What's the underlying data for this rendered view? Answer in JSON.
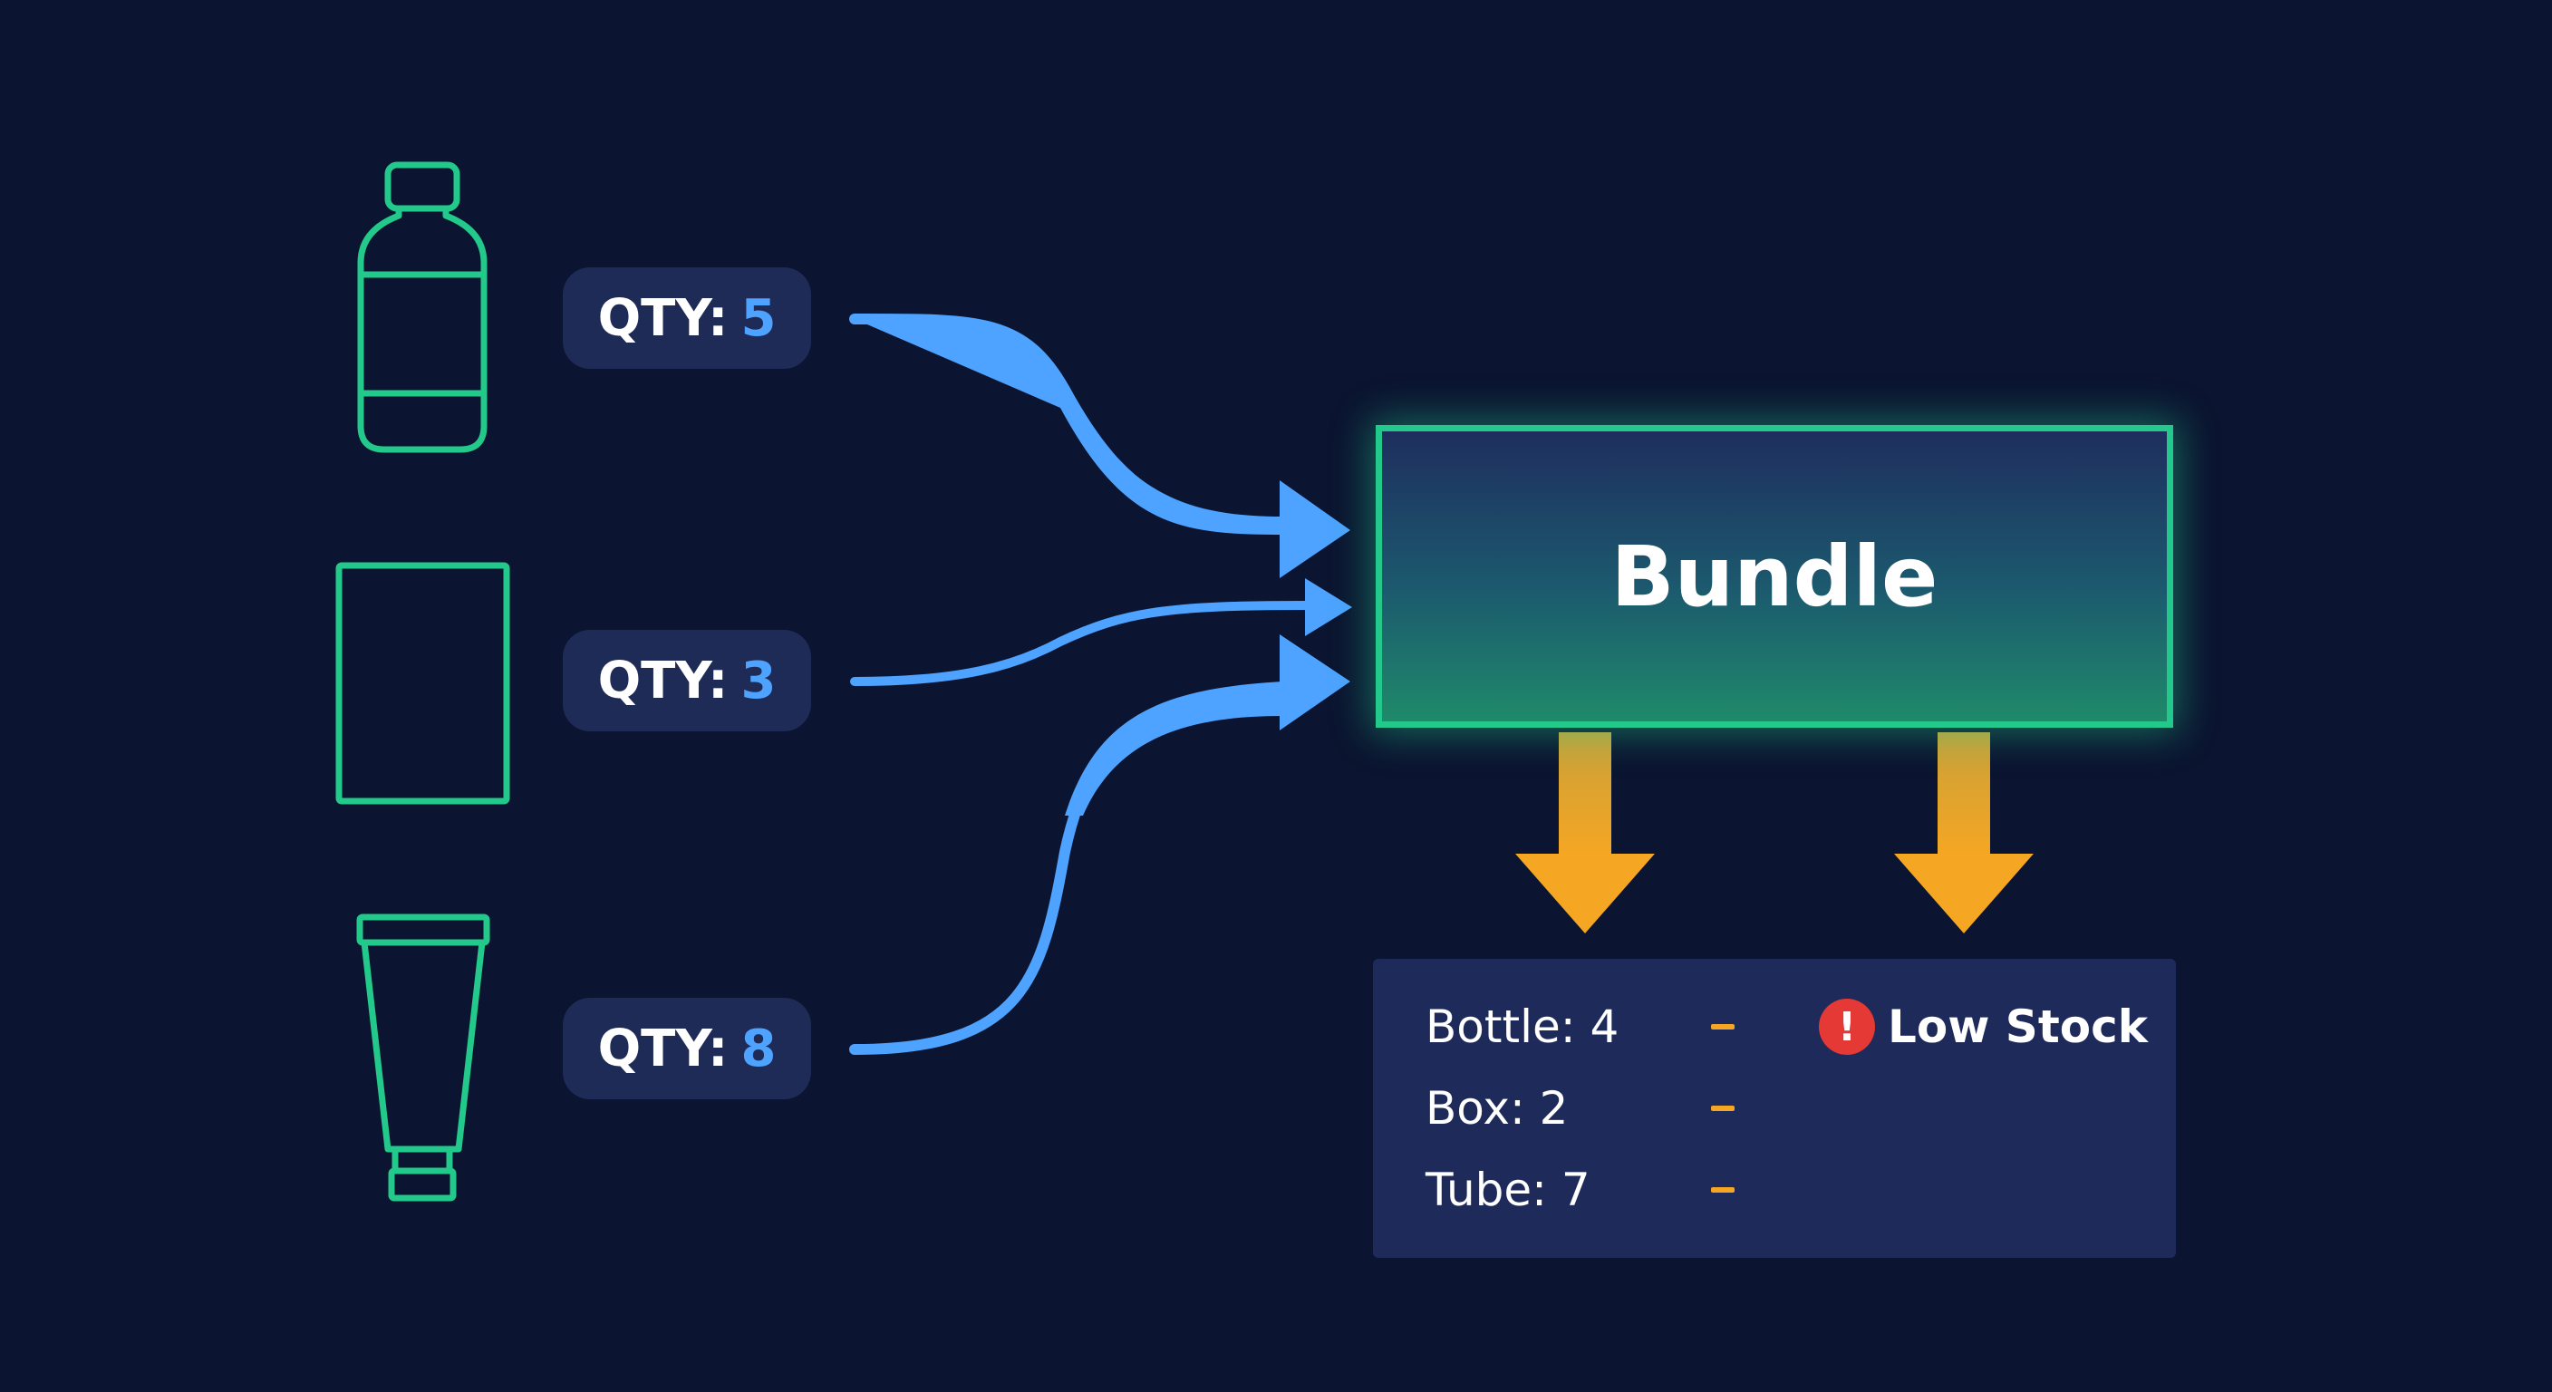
{
  "inputs": [
    {
      "icon": "bottle-icon",
      "qty_label": "QTY:",
      "qty_value": "5"
    },
    {
      "icon": "box-icon",
      "qty_label": "QTY:",
      "qty_value": "3"
    },
    {
      "icon": "tube-icon",
      "qty_label": "QTY:",
      "qty_value": "8"
    }
  ],
  "bundle": {
    "title": "Bundle"
  },
  "stock": {
    "rows": [
      {
        "label": "Bottle: 4"
      },
      {
        "label": "Box: 2"
      },
      {
        "label": "Tube: 7"
      }
    ],
    "warning": {
      "icon": "exclamation-icon",
      "symbol": "!",
      "text": "Low Stock"
    }
  },
  "colors": {
    "background": "#0b1430",
    "outline_green": "#22c98a",
    "flow_blue": "#4da3ff",
    "output_orange": "#f5a623",
    "pill_bg": "#1e2b56",
    "panel_bg": "#1e2b5a",
    "alert_red": "#e53935"
  }
}
